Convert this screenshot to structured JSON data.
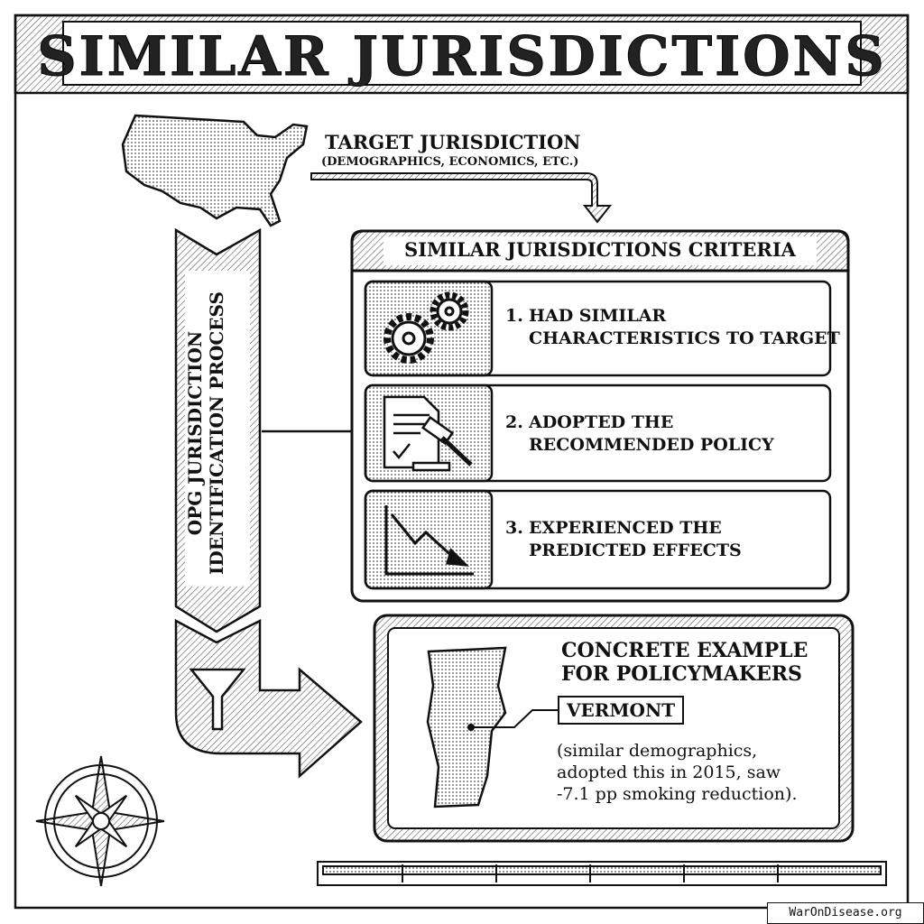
{
  "title": "SIMILAR JURISDICTIONS",
  "target": {
    "label": "TARGET JURISDICTION",
    "sublabel": "(DEMOGRAPHICS, ECONOMICS, ETC.)"
  },
  "process_label_line1": "OPG JURISDICTION",
  "process_label_line2": "IDENTIFICATION PROCESS",
  "criteria": {
    "header": "SIMILAR JURISDICTIONS CRITERIA",
    "items": [
      {
        "num": "1.",
        "line1": "HAD SIMILAR",
        "line2": "CHARACTERISTICS TO TARGET",
        "icon": "gears-icon"
      },
      {
        "num": "2.",
        "line1": "ADOPTED THE",
        "line2": "RECOMMENDED POLICY",
        "icon": "document-gavel-icon"
      },
      {
        "num": "3.",
        "line1": "EXPERIENCED THE",
        "line2": "PREDICTED EFFECTS",
        "icon": "declining-chart-icon"
      }
    ]
  },
  "example": {
    "heading_line1": "CONCRETE EXAMPLE",
    "heading_line2": "FOR POLICYMAKERS",
    "state": "VERMONT",
    "desc_line1": "(similar demographics,",
    "desc_line2": "adopted this in 2015, saw",
    "desc_line3": "-7.1 pp smoking reduction)."
  },
  "watermark": "WarOnDisease.org"
}
